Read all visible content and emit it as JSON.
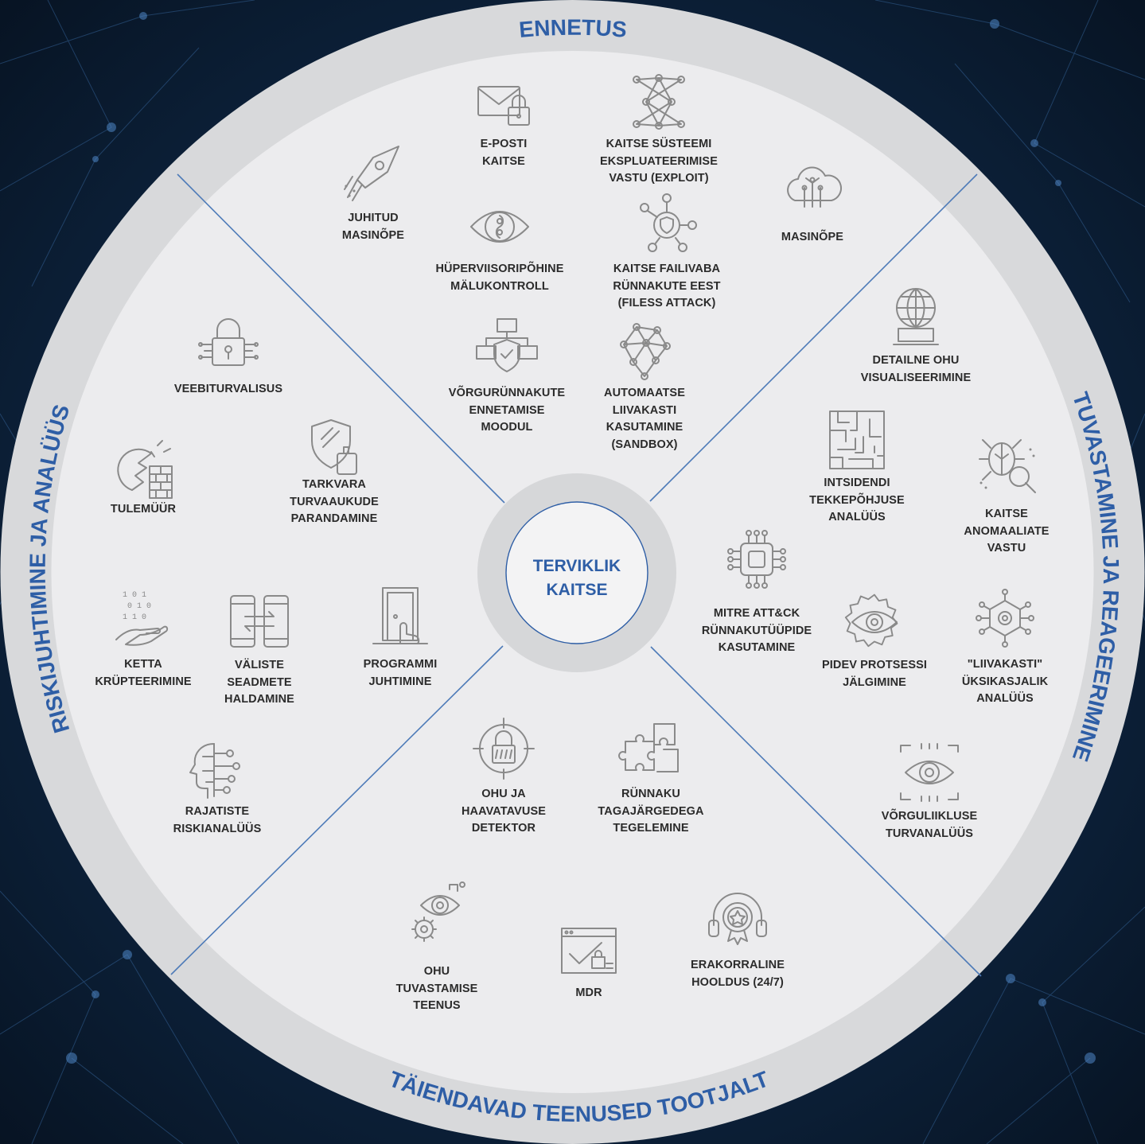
{
  "colors": {
    "background": "#0b1d33",
    "ring": "#d9dadc",
    "inner_disc": "#ececee",
    "accent_blue": "#2e5ea6",
    "divider": "#4e7bb8",
    "label_text": "#2b2b2b",
    "icon_stroke": "#8c8c8c"
  },
  "center": {
    "lines": [
      "TERVIKLIK",
      "KAITSE"
    ]
  },
  "sectors": {
    "top": "ENNETUS",
    "right": "TUVASTAMINE JA REAGEERIMINE",
    "bottom": "TÄIENDAVAD TEENUSED TOOTJALT",
    "left": "RISKIJUHTIMINE JA ANALÜÜS"
  },
  "items": [
    {
      "id": "email-protection",
      "icon": "envelope-lock-icon",
      "lines": [
        "E-POSTI",
        "KAITSE"
      ]
    },
    {
      "id": "exploit-protection",
      "icon": "network-mesh-icon",
      "lines": [
        "KAITSE SÜSTEEMI",
        "EKSPLUATEERIMISE",
        "VASTU (EXPLOIT)"
      ]
    },
    {
      "id": "guided-ml",
      "icon": "rocket-icon",
      "lines": [
        "JUHITUD",
        "MASINÕPE"
      ]
    },
    {
      "id": "ml",
      "icon": "cloud-circuit-icon",
      "lines": [
        "MASINÕPE"
      ]
    },
    {
      "id": "hypervisor-memory",
      "icon": "eye-icon",
      "lines": [
        "HÜPERVIISORIPÕHINE",
        "MÄLUKONTROLL"
      ]
    },
    {
      "id": "fileless-attack",
      "icon": "shield-network-icon",
      "lines": [
        "KAITSE FAILIVABA",
        "RÜNNAKUTE EEST",
        "(FILESS ATTACK)"
      ]
    },
    {
      "id": "network-attack-prevention",
      "icon": "network-shield-icon",
      "lines": [
        "VÕRGURÜNNAKUTE",
        "ENNETAMISE",
        "MOODUL"
      ]
    },
    {
      "id": "sandbox",
      "icon": "node-brain-icon",
      "lines": [
        "AUTOMAATSE",
        "LIIVAKASTI",
        "KASUTAMINE",
        "(SANDBOX)"
      ]
    },
    {
      "id": "threat-visualization",
      "icon": "globe-display-icon",
      "lines": [
        "DETAILNE OHU",
        "VISUALISEERIMINE"
      ]
    },
    {
      "id": "root-cause",
      "icon": "maze-icon",
      "lines": [
        "INTSIDENDI",
        "TEKKEPÕHJUSE",
        "ANALÜÜS"
      ]
    },
    {
      "id": "anomaly-protection",
      "icon": "bug-magnifier-icon",
      "lines": [
        "KAITSE",
        "ANOMAALIATE",
        "VASTU"
      ]
    },
    {
      "id": "mitre-attack",
      "icon": "chip-icon",
      "lines": [
        "MITRE ATT&CK",
        "RÜNNAKUTÜÜPIDE",
        "KASUTAMINE"
      ]
    },
    {
      "id": "process-monitoring",
      "icon": "gear-eye-icon",
      "lines": [
        "PIDEV PROTSESSI",
        "JÄLGIMINE"
      ]
    },
    {
      "id": "sandbox-analysis",
      "icon": "virus-circuit-icon",
      "lines": [
        "\"LIIVAKASTI\"",
        "ÜKSIKASJALIK",
        "ANALÜÜS"
      ]
    },
    {
      "id": "network-traffic",
      "icon": "eye-scan-icon",
      "lines": [
        "VÕRGULIIKLUSE",
        "TURVANALÜÜS"
      ]
    },
    {
      "id": "web-security",
      "icon": "padlock-circuit-icon",
      "lines": [
        "VEEBITURVALISUS"
      ]
    },
    {
      "id": "firewall",
      "icon": "firewall-icon",
      "lines": [
        "TULEMÜÜR"
      ]
    },
    {
      "id": "patching",
      "icon": "shield-hand-icon",
      "lines": [
        "TARKVARA",
        "TURVAAUKUDE",
        "PARANDAMINE"
      ]
    },
    {
      "id": "disk-encryption",
      "icon": "binary-hand-icon",
      "lines": [
        "KETTA",
        "KRÜPTEERIMINE"
      ]
    },
    {
      "id": "device-control",
      "icon": "devices-transfer-icon",
      "lines": [
        "VÄLISTE",
        "SEADMETE",
        "HALDAMINE"
      ]
    },
    {
      "id": "application-control",
      "icon": "door-hand-icon",
      "lines": [
        "PROGRAMMI",
        "JUHTIMINE"
      ]
    },
    {
      "id": "infrastructure-risk",
      "icon": "head-circuit-icon",
      "lines": [
        "RAJATISTE",
        "RISKIANALÜÜS"
      ]
    },
    {
      "id": "vulnerability-detector",
      "icon": "target-lock-icon",
      "lines": [
        "OHU JA",
        "HAAVATAVUSE",
        "DETEKTOR"
      ]
    },
    {
      "id": "incident-response",
      "icon": "puzzle-icon",
      "lines": [
        "RÜNNAKU",
        "TAGAJÄRGEDEGA",
        "TEGELEMINE"
      ]
    },
    {
      "id": "threat-hunting",
      "icon": "eye-gear-icon",
      "lines": [
        "OHU",
        "TUVASTAMISE",
        "TEENUS"
      ]
    },
    {
      "id": "mdr",
      "icon": "browser-check-icon",
      "lines": [
        "MDR"
      ]
    },
    {
      "id": "emergency-support",
      "icon": "headset-badge-icon",
      "lines": [
        "ERAKORRALINE",
        "HOOLDUS (24/7)"
      ]
    }
  ]
}
